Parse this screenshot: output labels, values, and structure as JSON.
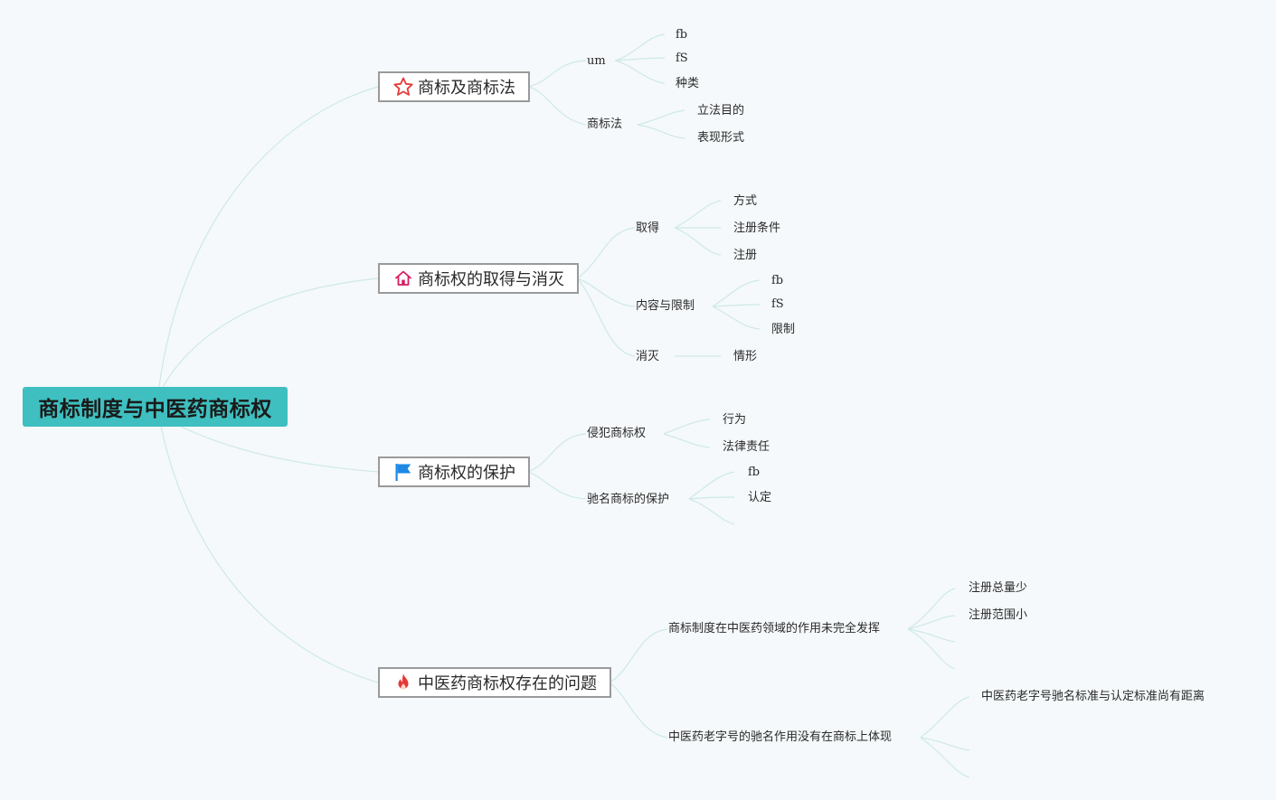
{
  "root": {
    "label": "商标制度与中医药商标权"
  },
  "branches": [
    {
      "label": "商标及商标法",
      "icon": "star-icon",
      "color": "#e53935",
      "children": [
        {
          "label": "um",
          "children": [
            "fb",
            "fS",
            "种类"
          ]
        },
        {
          "label": "商标法",
          "children": [
            "立法目的",
            "表现形式"
          ]
        }
      ]
    },
    {
      "label": "商标权的取得与消灭",
      "icon": "house-icon",
      "color": "#d81b60",
      "children": [
        {
          "label": "取得",
          "children": [
            "方式",
            "注册条件",
            "注册"
          ]
        },
        {
          "label": "内容与限制",
          "children": [
            "fb",
            "fS",
            "限制"
          ]
        },
        {
          "label": "消灭",
          "children": [
            "情形"
          ]
        }
      ]
    },
    {
      "label": "商标权的保护",
      "icon": "flag-icon",
      "color": "#1e88e5",
      "children": [
        {
          "label": "侵犯商标权",
          "children": [
            "行为",
            "法律责任"
          ]
        },
        {
          "label": "驰名商标的保护",
          "children": [
            "fb",
            "认定",
            ""
          ]
        }
      ]
    },
    {
      "label": "中医药商标权存在的问题",
      "icon": "fire-icon",
      "color": "#e53935",
      "children": [
        {
          "label": "商标制度在中医药领域的作用未完全发挥",
          "children": [
            "注册总量少",
            "注册范围小",
            "",
            ""
          ]
        },
        {
          "label": "中医药老字号的驰名作用没有在商标上体现",
          "children": [
            "中医药老字号驰名标准与认定标准尚有距离",
            "",
            ""
          ]
        }
      ]
    }
  ]
}
